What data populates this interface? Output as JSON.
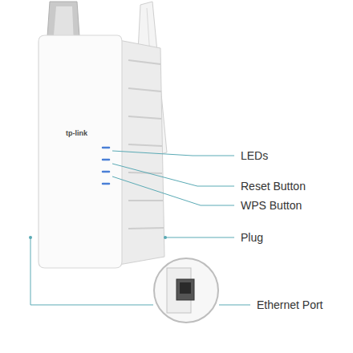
{
  "diagram": {
    "labels": [
      "LEDs",
      "Reset Button",
      "WPS Button",
      "Plug",
      "Ethernet Port",
      "tp-link"
    ]
  }
}
